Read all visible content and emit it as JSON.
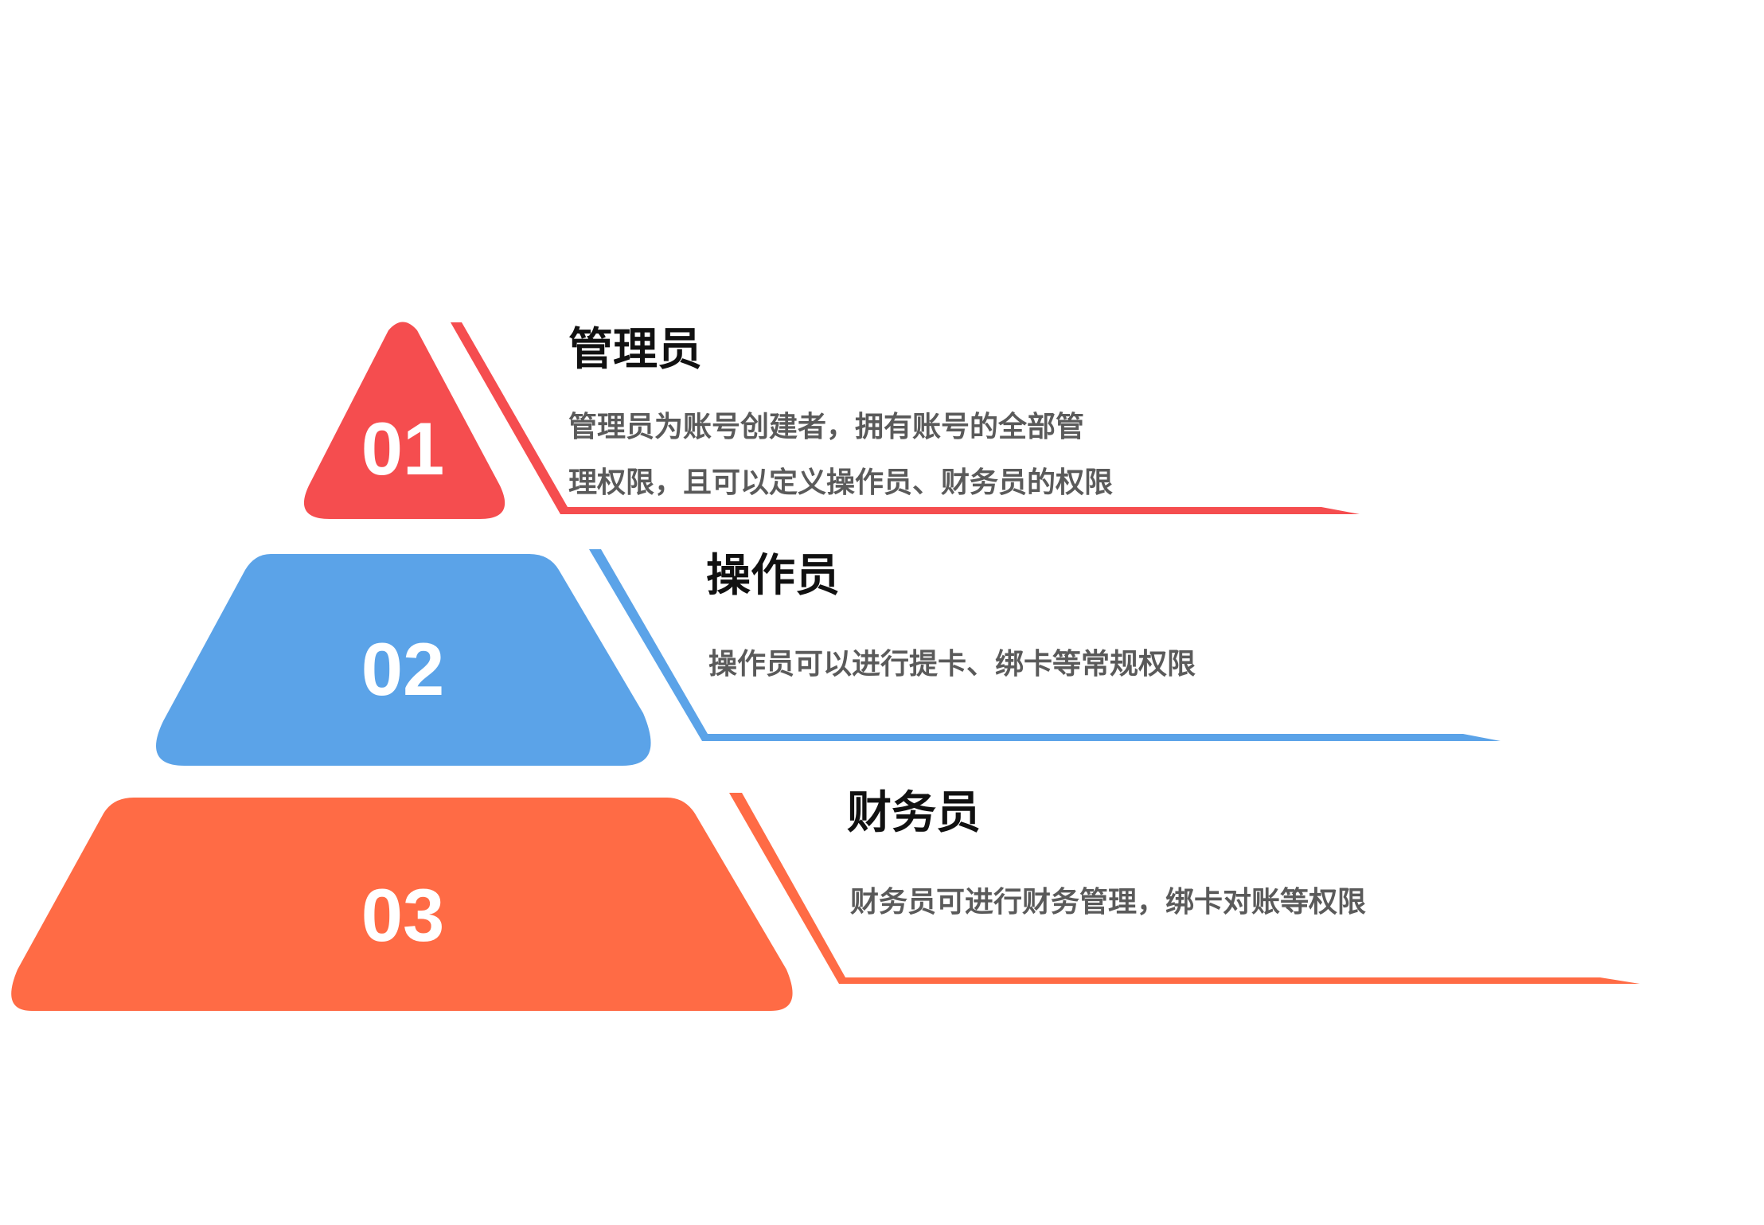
{
  "levels": [
    {
      "number": "01",
      "title": "管理员",
      "description_lines": [
        "管理员为账号创建者，拥有账号的全部管",
        "理权限，且可以定义操作员、财务员的权限"
      ],
      "color": "#F54D4F"
    },
    {
      "number": "02",
      "title": "操作员",
      "description_lines": [
        "操作员可以进行提卡、绑卡等常规权限"
      ],
      "color": "#5BA3E8"
    },
    {
      "number": "03",
      "title": "财务员",
      "description_lines": [
        "财务员可进行财务管理，绑卡对账等权限"
      ],
      "color": "#FF6B45"
    }
  ]
}
